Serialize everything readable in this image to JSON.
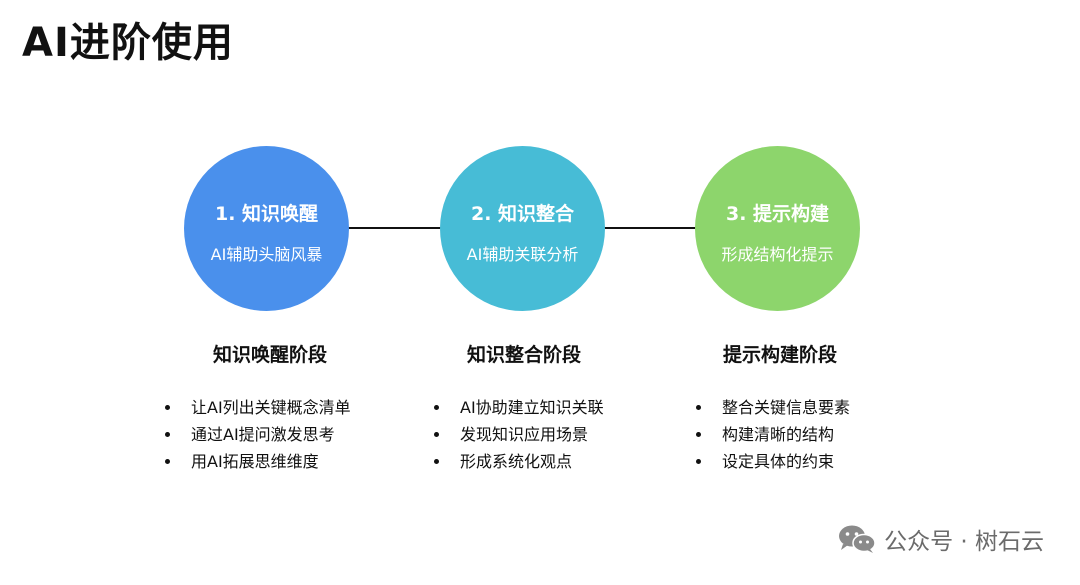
{
  "title": "AI进阶使用",
  "stages": [
    {
      "circle_title": "1. 知识唤醒",
      "circle_subtitle": "AI辅助头脑风暴",
      "color": "#4A90EC",
      "heading": "知识唤醒阶段",
      "bullets": [
        "让AI列出关键概念清单",
        "通过AI提问激发思考",
        "用AI拓展思维维度"
      ]
    },
    {
      "circle_title": "2. 知识整合",
      "circle_subtitle": "AI辅助关联分析",
      "color": "#47BCD6",
      "heading": "知识整合阶段",
      "bullets": [
        "AI协助建立知识关联",
        "发现知识应用场景",
        "形成系统化观点"
      ]
    },
    {
      "circle_title": "3. 提示构建",
      "circle_subtitle": "形成结构化提示",
      "color": "#8DD56C",
      "heading": "提示构建阶段",
      "bullets": [
        "整合关键信息要素",
        "构建清晰的结构",
        "设定具体的约束"
      ]
    }
  ],
  "watermark": {
    "text": "公众号 · 树石云",
    "icon": "wechat-icon"
  }
}
